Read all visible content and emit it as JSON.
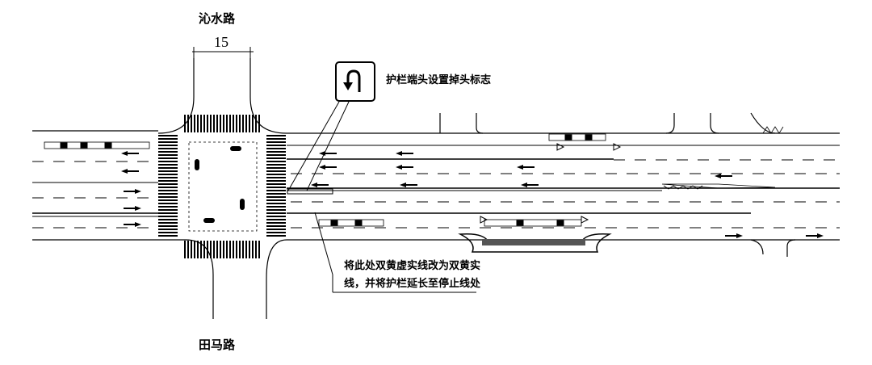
{
  "labels": {
    "north_road": "沁水路",
    "south_road": "田马路",
    "width_dimension": "15",
    "sign_note": "护栏端头设置掉头标志",
    "note_line1": "将此处双黄虚实线改为双黄实",
    "note_line2": "线，并将护栏延长至停止线处"
  },
  "sign": {
    "icon": "u-turn-icon"
  },
  "colors": {
    "line": "#000000",
    "background": "#ffffff"
  }
}
